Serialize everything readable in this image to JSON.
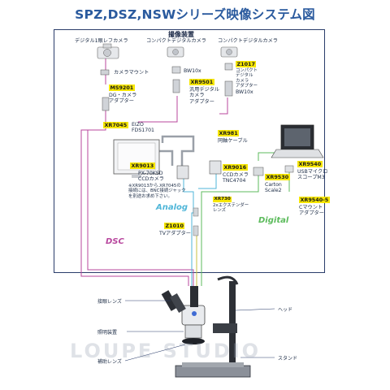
{
  "title": "SPZ,DSZ,NSWシリーズ映像システム図",
  "section_title": "撮像装置",
  "cameras": {
    "slr": "デジタル1眼レフカメラ",
    "compact1": "コンパクトデジタルカメラ",
    "compact2": "コンパクトデジタルカメラ"
  },
  "labels": {
    "camera_mount": "カメラマウント",
    "bw10x_1": "BW10x",
    "bw10x_2": "BW10x",
    "z1017_desc": [
      "コンパクト",
      "デジタル",
      "カメラ",
      "アダプター"
    ],
    "ms9201_desc": [
      "DG・カメラ",
      "アダプター"
    ],
    "xr9501_desc": [
      "汎用デジタル",
      "カメラ",
      "アダプター"
    ],
    "xr7045_desc": [
      "EIZO",
      "FDS1701"
    ],
    "xr981_desc": "同軸ケーブル",
    "xr9013_desc": [
      "PX-70KSD",
      "CCDカメラ"
    ],
    "xr9013_note": [
      "※XR9013から.XR7045の",
      "接続には、BNC接続ジャック",
      "を別途お求め下さい。"
    ],
    "xr9016_desc": [
      "CCDカメラ",
      "TNC4704"
    ],
    "xr730_desc": [
      "2xエクステンダー",
      "レンズ"
    ],
    "xr9530_desc": [
      "Carton",
      "Scale2"
    ],
    "xr9540_desc": [
      "USBマイクロ",
      "スコープM3"
    ],
    "xr95405_desc": [
      "Cマウント",
      "アダプター"
    ],
    "z1010_desc": "TVアダプター"
  },
  "codes": {
    "z1017": "Z1017",
    "ms9201": "MS9201",
    "xr9501": "XR9501",
    "xr7045": "XR7045",
    "xr981": "XR981",
    "xr9013": "XR9013",
    "xr9016": "XR9016",
    "xr730": "XR730",
    "xr9530": "XR9530",
    "xr9540": "XR9540",
    "xr95405": "XR9540-5",
    "z1010": "Z1010"
  },
  "signals": {
    "analog": "Analog",
    "digital": "Digital",
    "dsc": "DSC"
  },
  "microscope_parts": {
    "eyepiece": "接眼レンズ",
    "illumination": "照明装置",
    "aux_lens": "補助レンズ",
    "head": "ヘッド",
    "stand": "スタンド"
  },
  "watermark": "LOUPE STUDIO",
  "colors": {
    "title": "#2a5a9e",
    "analog": "#4fb6d8",
    "digital": "#5cbb5c",
    "dsc": "#b8479e",
    "code_bg": "#f6e600",
    "frame": "#2a3c6a"
  }
}
